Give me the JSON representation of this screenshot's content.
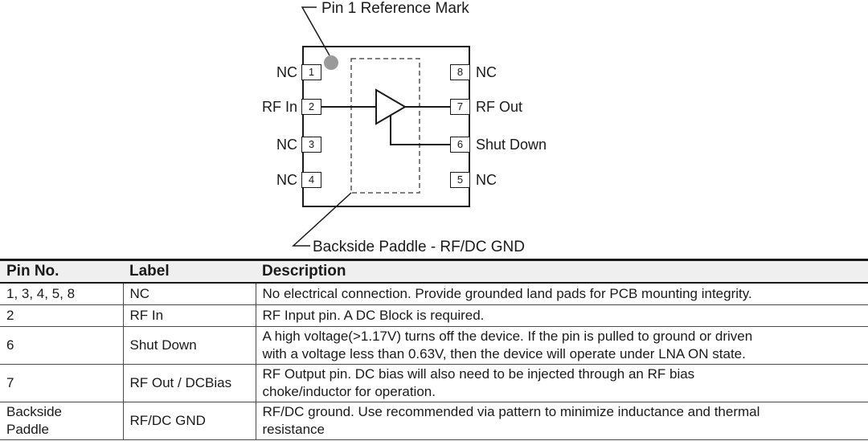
{
  "diagram": {
    "annotations": {
      "pin1_mark": "Pin 1 Reference Mark",
      "backside_paddle": "Backside Paddle - RF/DC GND"
    },
    "left_pins": [
      {
        "number": "1",
        "label": "NC"
      },
      {
        "number": "2",
        "label": "RF In"
      },
      {
        "number": "3",
        "label": "NC"
      },
      {
        "number": "4",
        "label": "NC"
      }
    ],
    "right_pins": [
      {
        "number": "8",
        "label": "NC"
      },
      {
        "number": "7",
        "label": "RF Out"
      },
      {
        "number": "6",
        "label": "Shut Down"
      },
      {
        "number": "5",
        "label": "NC"
      }
    ],
    "colors": {
      "pin1_mark_dot": "#9a9a9a",
      "line": "#1a1a1a"
    }
  },
  "table": {
    "headers": [
      "Pin No.",
      "Label",
      "Description"
    ],
    "rows": [
      {
        "pin": "1, 3, 4, 5, 8",
        "label": "NC",
        "description": "No electrical connection.  Provide grounded land pads for PCB mounting integrity."
      },
      {
        "pin": "2",
        "label": "RF In",
        "description": "RF Input pin.  A DC Block is required."
      },
      {
        "pin": "6",
        "label": "Shut Down",
        "description": "A high voltage(>1.17V) turns off the device.  If the pin is pulled to ground or driven\nwith a voltage less than 0.63V, then the device will operate under LNA ON state."
      },
      {
        "pin": "7",
        "label": "RF Out / DCBias",
        "description": "RF Output pin. DC bias will also need to be injected through an RF bias\nchoke/inductor for operation."
      },
      {
        "pin": "Backside\nPaddle",
        "label": "RF/DC GND",
        "description": "RF/DC ground.  Use recommended via pattern to minimize inductance and thermal\nresistance"
      }
    ]
  }
}
